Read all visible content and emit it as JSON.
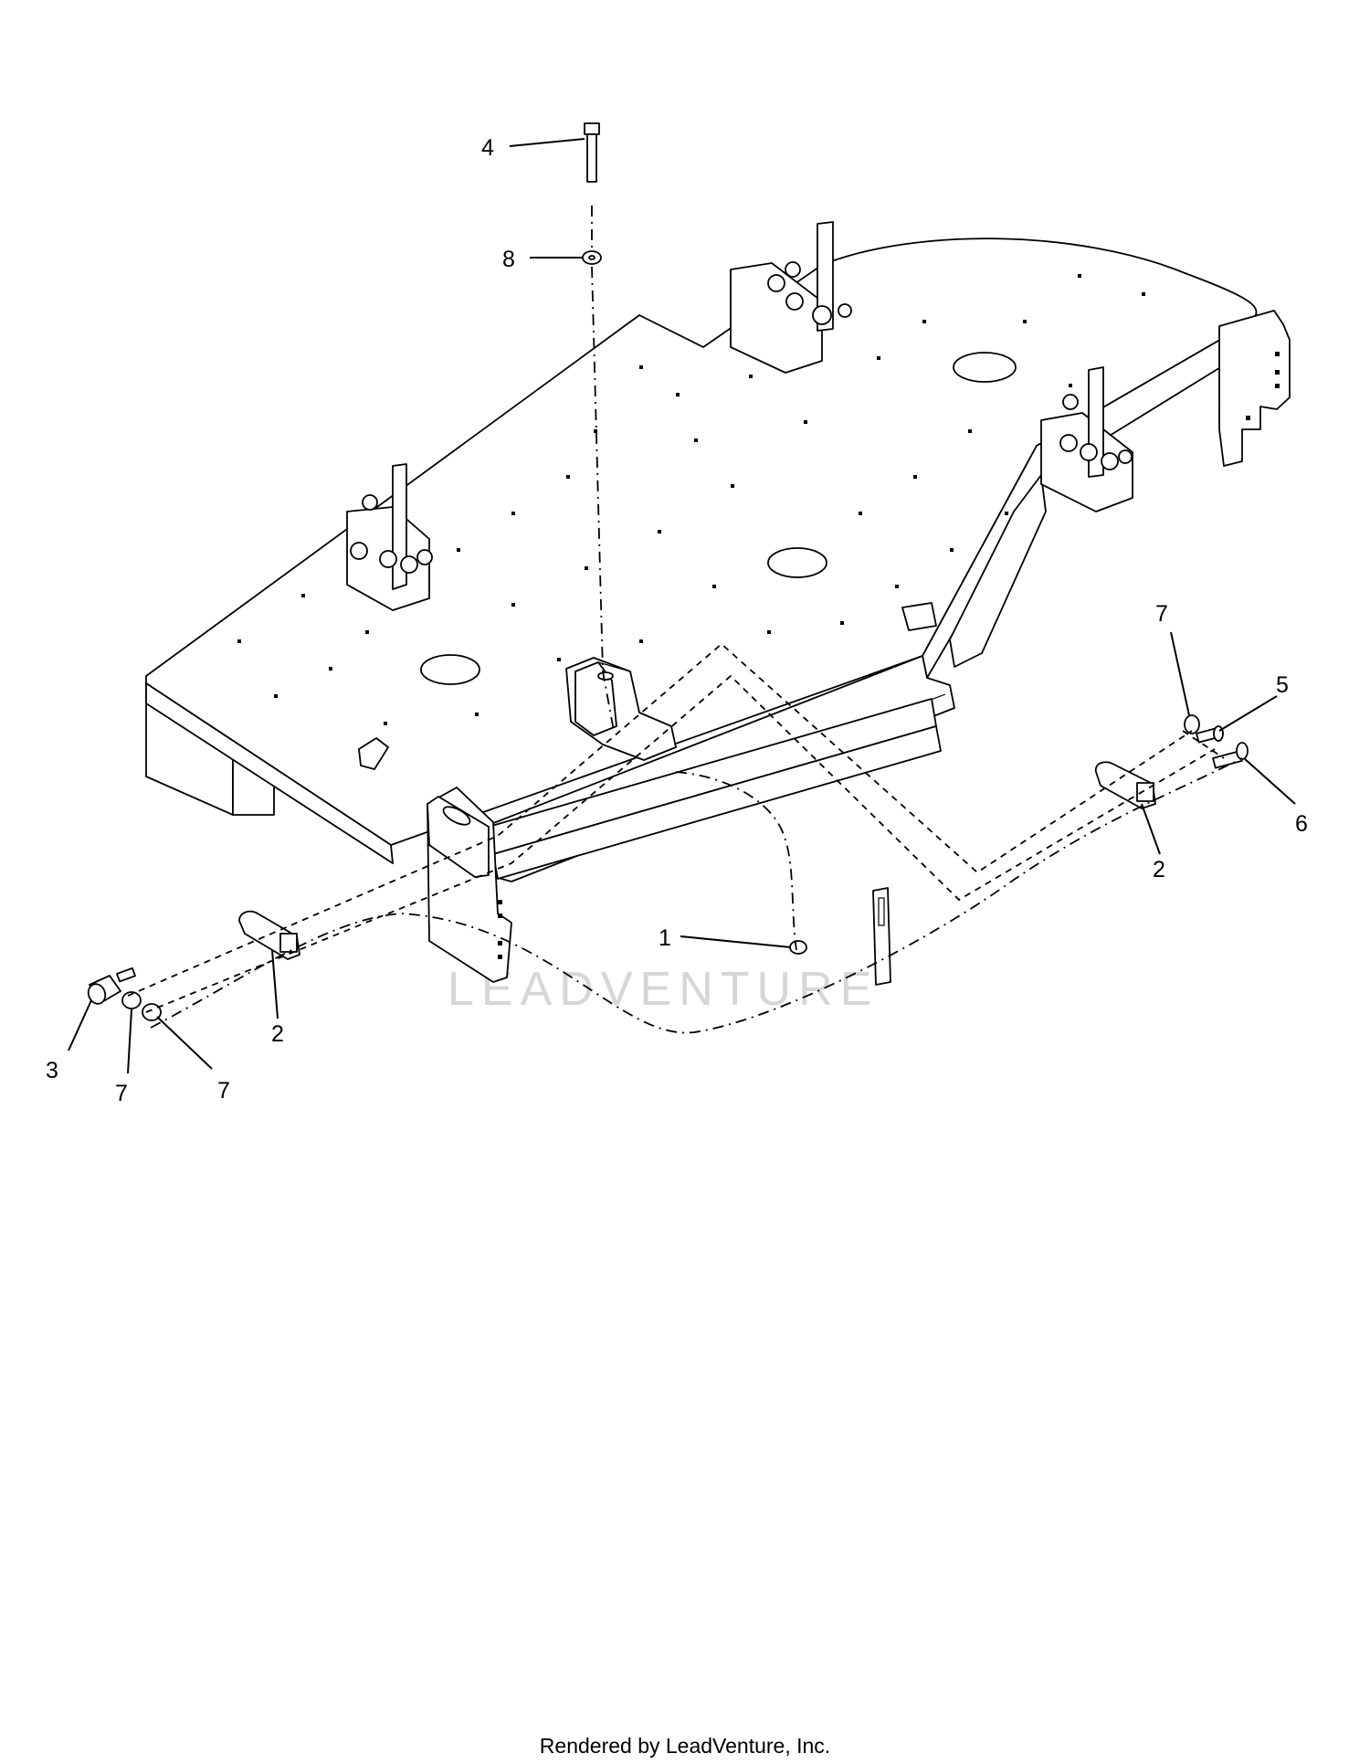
{
  "diagram": {
    "callouts": [
      {
        "id": "c4",
        "label": "4"
      },
      {
        "id": "c8",
        "label": "8"
      },
      {
        "id": "c7a",
        "label": "7"
      },
      {
        "id": "c5",
        "label": "5"
      },
      {
        "id": "c6",
        "label": "6"
      },
      {
        "id": "c2a",
        "label": "2"
      },
      {
        "id": "c2b",
        "label": "2"
      },
      {
        "id": "c1",
        "label": "1"
      },
      {
        "id": "c3",
        "label": "3"
      },
      {
        "id": "c7b",
        "label": "7"
      },
      {
        "id": "c7c",
        "label": "7"
      }
    ],
    "watermark": "LEADVENTURE"
  },
  "footer": {
    "text": "Rendered by LeadVenture, Inc."
  }
}
